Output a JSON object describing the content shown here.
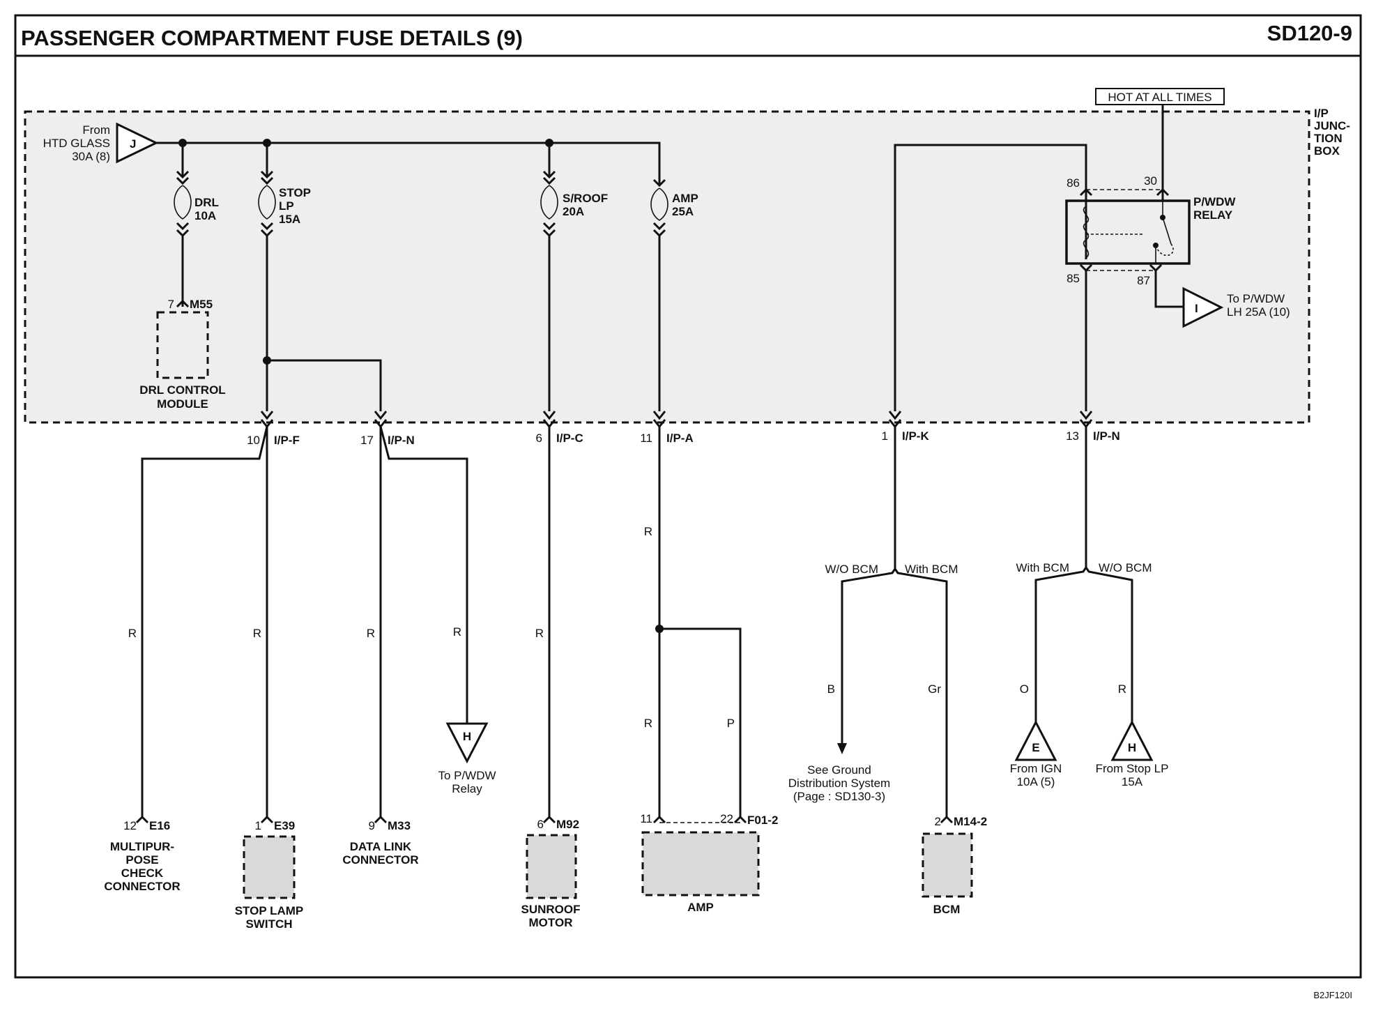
{
  "header": {
    "title": "PASSENGER COMPARTMENT FUSE DETAILS (9)",
    "page_code": "SD120-9"
  },
  "footer": {
    "figure_code": "B2JF120I"
  },
  "junction_box": {
    "label_line1": "I/P",
    "label_line2": "JUNC-",
    "label_line3": "TION",
    "label_line4": "BOX",
    "hot_label": "HOT AT ALL TIMES"
  },
  "input_source": {
    "line1": "From",
    "line2": "HTD GLASS",
    "line3": "30A (8)",
    "tag": "J"
  },
  "fuses": [
    {
      "name": "DRL",
      "rating": "10A"
    },
    {
      "name": "STOP",
      "name2": "LP",
      "rating": "15A"
    },
    {
      "name": "S/ROOF",
      "rating": "20A"
    },
    {
      "name": "AMP",
      "rating": "25A"
    }
  ],
  "relay": {
    "name_line1": "P/WDW",
    "name_line2": "RELAY",
    "pin86": "86",
    "pin30": "30",
    "pin85": "85",
    "pin87": "87",
    "output_line1": "To P/WDW",
    "output_line2": "LH 25A (10)",
    "output_tag": "I"
  },
  "drl_module": {
    "pin": "7",
    "connector": "M55",
    "label_line1": "DRL CONTROL",
    "label_line2": "MODULE"
  },
  "ip_connectors": [
    {
      "pin": "10",
      "name": "I/P-F"
    },
    {
      "pin": "17",
      "name": "I/P-N"
    },
    {
      "pin": "6",
      "name": "I/P-C"
    },
    {
      "pin": "11",
      "name": "I/P-A"
    },
    {
      "pin": "1",
      "name": "I/P-K"
    },
    {
      "pin": "13",
      "name": "I/P-N"
    }
  ],
  "wire_colors": {
    "multipurpose": "R",
    "stop_lamp": "R",
    "data_link": "R",
    "pwdw_relay": "R",
    "sunroof": "R",
    "amp_upper": "R",
    "amp_lower": "R",
    "amp_branch": "P",
    "ground": "B",
    "bcm": "Gr",
    "ign": "O",
    "stop_lp": "R"
  },
  "variants": {
    "left_wo": "W/O BCM",
    "left_with": "With BCM",
    "right_with": "With BCM",
    "right_wo": "W/O BCM"
  },
  "offpage": {
    "pwdw_relay_tag": "H",
    "pwdw_relay_line1": "To P/WDW",
    "pwdw_relay_line2": "Relay",
    "ign_tag": "E",
    "ign_line1": "From IGN",
    "ign_line2": "10A (5)",
    "stop_tag": "H",
    "stop_line1": "From Stop LP",
    "stop_line2": "15A",
    "ground_line1": "See Ground",
    "ground_line2": "Distribution System",
    "ground_line3": "(Page : SD130-3)"
  },
  "components": {
    "multipurpose": {
      "pin": "12",
      "connector": "E16",
      "line1": "MULTIPUR-",
      "line2": "POSE",
      "line3": "CHECK",
      "line4": "CONNECTOR"
    },
    "stop_lamp": {
      "pin": "1",
      "connector": "E39",
      "line1": "STOP LAMP",
      "line2": "SWITCH"
    },
    "data_link": {
      "pin": "9",
      "connector": "M33",
      "line1": "DATA LINK",
      "line2": "CONNECTOR"
    },
    "sunroof": {
      "pin": "6",
      "connector": "M92",
      "line1": "SUNROOF",
      "line2": "MOTOR"
    },
    "amp": {
      "pin_a": "11",
      "pin_b": "22",
      "connector": "F01-2",
      "line1": "AMP"
    },
    "bcm": {
      "pin": "2",
      "connector": "M14-2",
      "line1": "BCM"
    }
  }
}
